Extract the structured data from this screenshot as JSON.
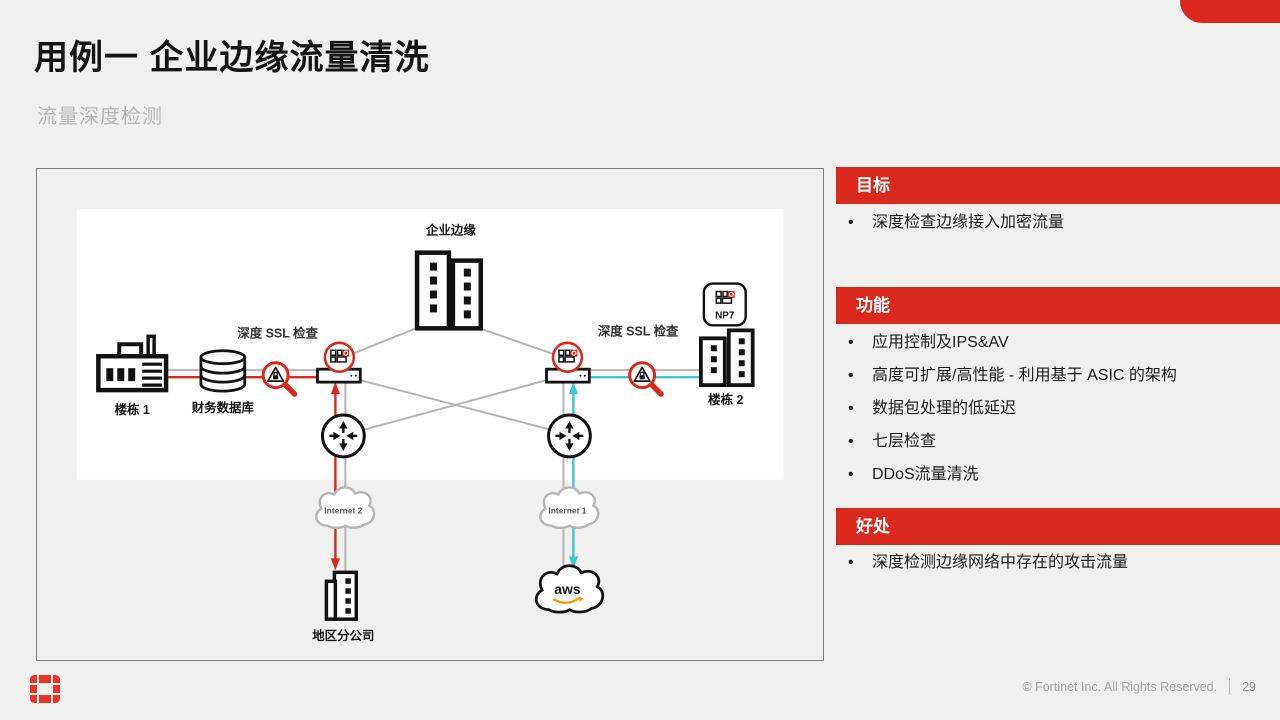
{
  "slide": {
    "title": "用例一 企业边缘流量清洗",
    "subtitle": "流量深度检测",
    "footer": {
      "copyright": "© Fortinet Inc. All Rights Reserved.",
      "page_number": "29"
    },
    "colors": {
      "accent_red": "#da291c",
      "logo_red": "#ee3124",
      "flow_cyan": "#3fc6d6",
      "line_gray": "#b5b5b5"
    }
  },
  "diagram": {
    "labels": {
      "enterprise_edge": "企业边缘",
      "building1": "楼栋 1",
      "finance_db": "财务数据库",
      "ssl_inspect_left": "深度 SSL 检查",
      "ssl_inspect_right": "深度 SSL 检查",
      "np7": "NP7",
      "building2": "楼栋 2",
      "internet2": "Internet 2",
      "internet1": "Internet 1",
      "branch_office": "地区分公司",
      "aws": "aws"
    }
  },
  "panels": [
    {
      "header": "目标",
      "items": [
        "深度检查边缘接入加密流量"
      ]
    },
    {
      "header": "功能",
      "items": [
        "应用控制及IPS&AV",
        "高度可扩展/高性能 - 利用基于 ASIC 的架构",
        "数据包处理的低延迟",
        "七层检查",
        "DDoS流量清洗"
      ]
    },
    {
      "header": "好处",
      "items": [
        "深度检测边缘网络中存在的攻击流量"
      ]
    }
  ]
}
